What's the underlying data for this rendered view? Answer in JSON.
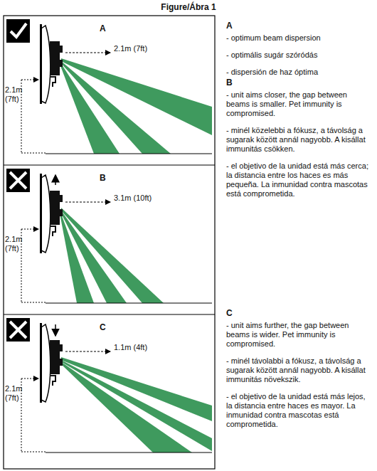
{
  "diagram": {
    "title": "Figure/Ábra 1",
    "labels": [
      "A",
      "2.1m (7ft)",
      "2.1m (7ft)",
      "B",
      "3.1m (10ft)",
      "2.1m (7ft)",
      "C",
      "1.1m (4ft)",
      "2.1m (7ft)",
      "A",
      "- optimum beam dispersion",
      "- optimális sugár szóródás",
      "- dispersión de haz óptima",
      "B",
      "- unit aims closer, the gap between beams is smaller. Pet immunity is compromised.",
      "- minél közelebbi a fókusz, a távolság a sugarak között annál nagyobb. A kisállat immunitás csökken.",
      "- el objetivo de la unidad está más cerca; la distancia entre los haces es más pequeña. La inmunidad contra mascotas está comprometida.",
      "C",
      "- unit aims further, the gap between beams is wider. Pet immunity is compromised.",
      "- minél távolabbi a fókusz, a távolság a sugarak között annál nagyobb. A kisállat immunitás növekszik.",
      "- el objetivo de la unidad está más lejos, la distancia entre haces es mayor. La inmunidad contra mascotas está comprometida."
    ]
  }
}
